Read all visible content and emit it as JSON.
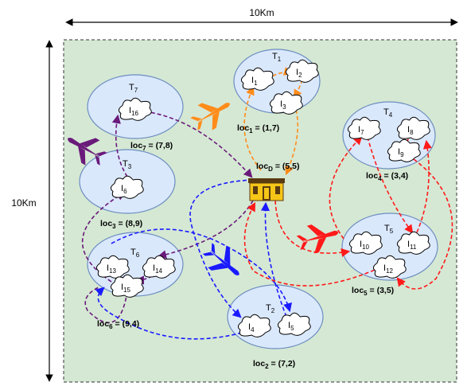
{
  "diagram": {
    "width_label": "10Km",
    "height_label": "10Km",
    "colors": {
      "area_fill": "#d5e8d4",
      "area_border": "#333333",
      "cluster_fill": "#dae8fc",
      "cluster_border": "#6c8ebf",
      "orange": "#ff8c1a",
      "red": "#ff1a1a",
      "blue": "#1a1aff",
      "purple": "#6a1a7a"
    },
    "depot": {
      "label_prefix": "loc",
      "label_sub": "D",
      "label_suffix": " = (5,5)",
      "icon": "building-icon"
    },
    "clusters": [
      {
        "id": "t1",
        "name": "T",
        "name_sub": "1",
        "loc_prefix": "loc",
        "loc_sub": "1",
        "loc_suffix": " = (1,7)",
        "tasks": [
          {
            "name": "I",
            "sub": "1"
          },
          {
            "name": "I",
            "sub": "2"
          },
          {
            "name": "I",
            "sub": "3"
          }
        ]
      },
      {
        "id": "t2",
        "name": "T",
        "name_sub": "2",
        "loc_prefix": "loc",
        "loc_sub": "2",
        "loc_suffix": " = (7,2)",
        "tasks": [
          {
            "name": "I",
            "sub": "4"
          },
          {
            "name": "I",
            "sub": "5"
          }
        ]
      },
      {
        "id": "t3",
        "name": "T",
        "name_sub": "3",
        "loc_prefix": "loc",
        "loc_sub": "3",
        "loc_suffix": " = (8,9)",
        "tasks": [
          {
            "name": "I",
            "sub": "6"
          }
        ]
      },
      {
        "id": "t4",
        "name": "T",
        "name_sub": "4",
        "loc_prefix": "loc",
        "loc_sub": "4",
        "loc_suffix": " = (3,4)",
        "tasks": [
          {
            "name": "I",
            "sub": "7"
          },
          {
            "name": "I",
            "sub": "8"
          },
          {
            "name": "I",
            "sub": "9"
          }
        ]
      },
      {
        "id": "t5",
        "name": "T",
        "name_sub": "5",
        "loc_prefix": "loc",
        "loc_sub": "5",
        "loc_suffix": " = (3,5)",
        "tasks": [
          {
            "name": "I",
            "sub": "10"
          },
          {
            "name": "I",
            "sub": "11"
          },
          {
            "name": "I",
            "sub": "12"
          }
        ]
      },
      {
        "id": "t6",
        "name": "T",
        "name_sub": "6",
        "loc_prefix": "loc",
        "loc_sub": "6",
        "loc_suffix": " = (9,4)",
        "tasks": [
          {
            "name": "I",
            "sub": "13"
          },
          {
            "name": "I",
            "sub": "14"
          },
          {
            "name": "I",
            "sub": "15"
          }
        ]
      },
      {
        "id": "t7",
        "name": "T",
        "name_sub": "7",
        "loc_prefix": "loc",
        "loc_sub": "7",
        "loc_suffix": " = (7,8)",
        "tasks": [
          {
            "name": "I",
            "sub": "16"
          }
        ]
      }
    ],
    "aircraft": [
      {
        "color_key": "orange",
        "icon": "airplane-icon"
      },
      {
        "color_key": "red",
        "icon": "airplane-icon"
      },
      {
        "color_key": "blue",
        "icon": "airplane-icon"
      },
      {
        "color_key": "purple",
        "icon": "airplane-icon"
      }
    ]
  }
}
